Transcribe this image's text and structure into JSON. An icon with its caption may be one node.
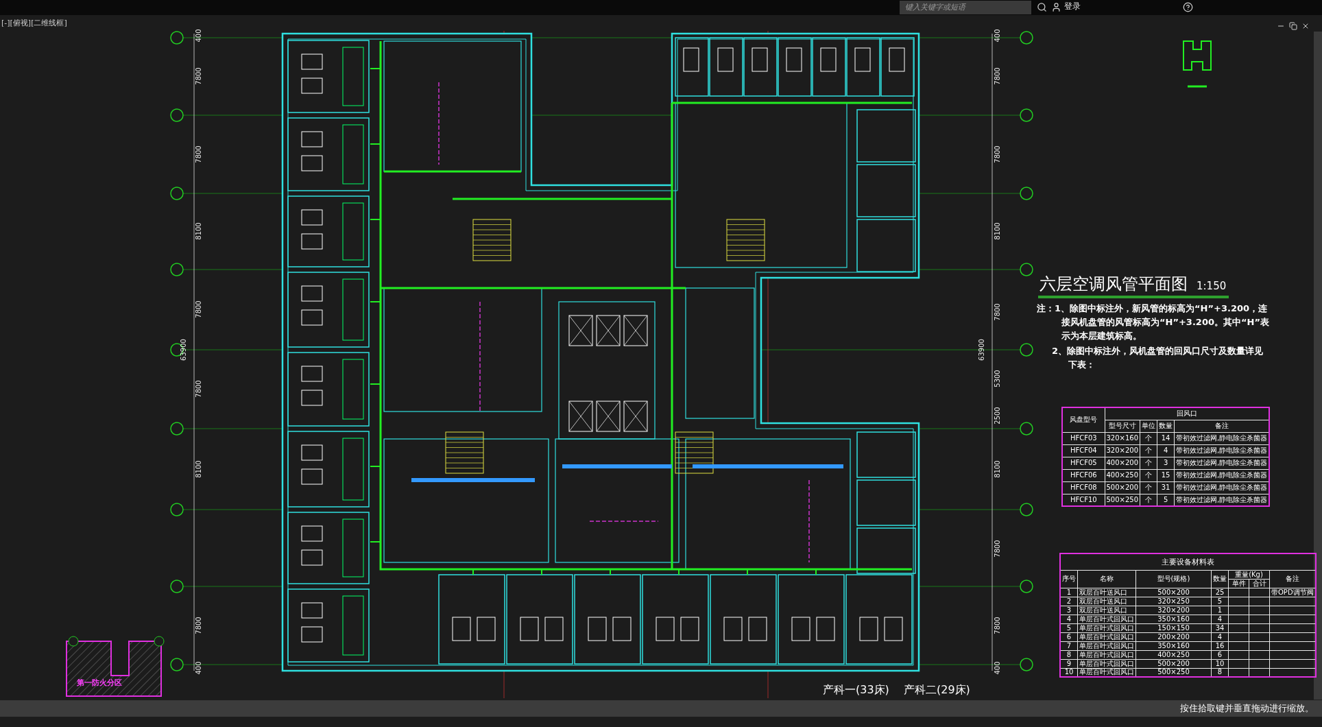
{
  "diagram": {
    "title": "六层空调风管平面图",
    "labels": [
      "[-][俯视][二维线框]",
      "键入关键字或短语",
      "登录",
      "400",
      "7800",
      "7800",
      "8100",
      "7800",
      "7800",
      "8100",
      "7800",
      "400",
      "63900",
      "400",
      "7800",
      "7800",
      "8100",
      "7800",
      "5300",
      "2500",
      "8100",
      "7800",
      "7800",
      "400",
      "63900",
      "1:150",
      "注：1、除图中标注外，新风管的标高为“H”+3.200，连接风机盘管的风管标高为“H”+3.200。其中“H”表示为本层建筑标高。",
      "2、除图中标注外，风机盘管的回风口尺寸及数量详见下表：",
      "风盘型号",
      "回风口",
      "型号尺寸",
      "单位",
      "数量",
      "备注",
      "HFCF03",
      "320×160",
      "个",
      "14",
      "带初效过滤网,静电除尘杀菌器",
      "HFCF04",
      "320×200",
      "个",
      "4",
      "带初效过滤网,静电除尘杀菌器",
      "HFCF05",
      "400×200",
      "个",
      "3",
      "带初效过滤网,静电除尘杀菌器",
      "HFCF06",
      "400×250",
      "个",
      "15",
      "带初效过滤网,静电除尘杀菌器",
      "HFCF08",
      "500×200",
      "个",
      "31",
      "带初效过滤网,静电除尘杀菌器",
      "HFCF10",
      "500×250",
      "个",
      "5",
      "带初效过滤网,静电除尘杀菌器",
      "主要设备材料表",
      "序号",
      "名称",
      "型号(规格)",
      "数量",
      "重量(Kg)",
      "单件",
      "合计",
      "备注",
      "1",
      "双层百叶送风口",
      "500×200",
      "25",
      "带OPD调节阀",
      "2",
      "双层百叶送风口",
      "320×250",
      "5",
      "3",
      "双层百叶送风口",
      "320×200",
      "1",
      "4",
      "单层百叶式回风口",
      "350×160",
      "4",
      "5",
      "单层百叶式回风口",
      "150×150",
      "34",
      "6",
      "单层百叶式回风口",
      "200×200",
      "4",
      "7",
      "单层百叶式回风口",
      "350×160",
      "16",
      "8",
      "单层百叶式回风口",
      "400×250",
      "6",
      "9",
      "单层百叶式回风口",
      "500×200",
      "10",
      "10",
      "单层百叶式回风口",
      "500×250",
      "8",
      "第一防火分区",
      "产科一(33床)",
      "产科二(29床)",
      "按住拾取键并垂直拖动进行缩放。"
    ]
  }
}
